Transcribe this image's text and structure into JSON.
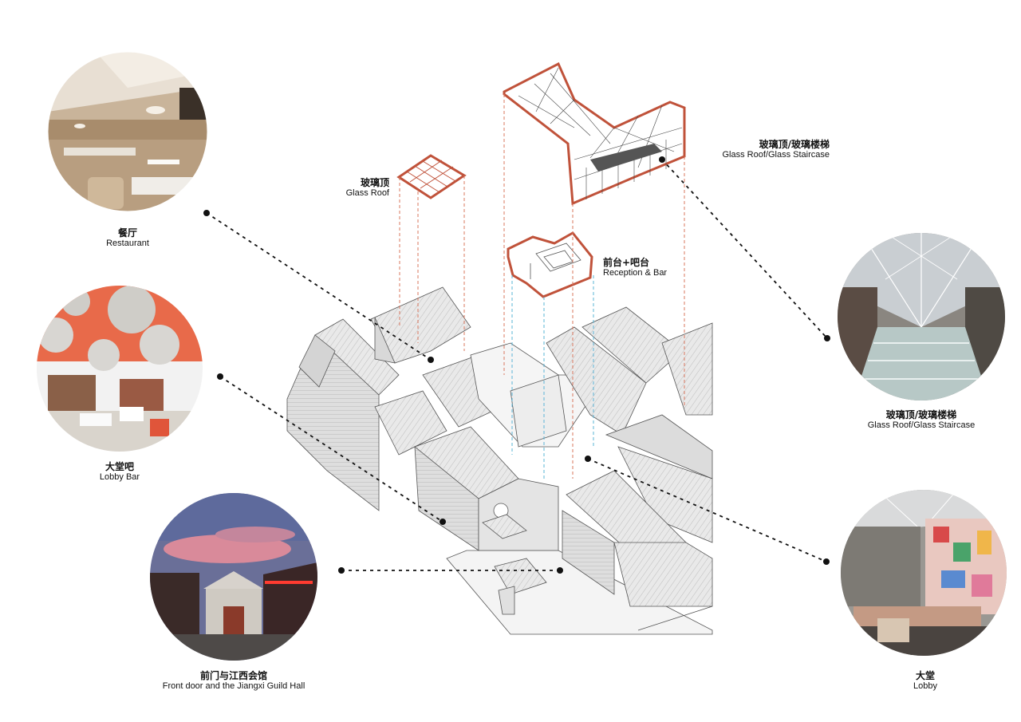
{
  "photos": {
    "restaurant": {
      "cn": "餐厅",
      "en": "Restaurant"
    },
    "lobby_bar": {
      "cn": "大堂吧",
      "en": "Lobby Bar"
    },
    "front_door": {
      "cn": "前门与江西会馆",
      "en": "Front door and the Jiangxi Guild Hall"
    },
    "glass_staircase": {
      "cn": "玻璃顶/玻璃楼梯",
      "en": "Glass Roof/Glass Staircase"
    },
    "lobby": {
      "cn": "大堂",
      "en": "Lobby"
    }
  },
  "components": {
    "glass_roof": {
      "cn": "玻璃顶",
      "en": "Glass Roof"
    },
    "glass_roof_staircase": {
      "cn": "玻璃顶/玻璃楼梯",
      "en": "Glass Roof/Glass Staircase"
    },
    "reception_bar": {
      "cn": "前台+吧台",
      "en": "Reception & Bar"
    }
  },
  "colors": {
    "accent": "#c0523a",
    "leader": "#111111",
    "projection_red": "#d9775e",
    "projection_blue": "#5ab4d6"
  }
}
